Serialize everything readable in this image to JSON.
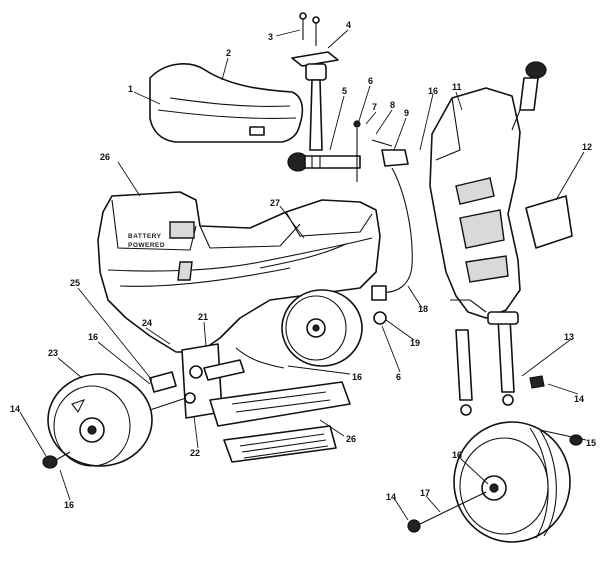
{
  "decal_text": [
    "BATTERY",
    "POWERED"
  ],
  "callouts": {
    "c1": "1",
    "c2": "2",
    "c3": "3",
    "c4": "4",
    "c5": "5",
    "c6a": "6",
    "c7": "7",
    "c8": "8",
    "c9": "9",
    "c11": "11",
    "c12": "12",
    "c13": "13",
    "c14a": "14",
    "c14b": "14",
    "c14c": "14",
    "c15": "15",
    "c16a": "16",
    "c16b": "16",
    "c16c": "16",
    "c16d": "16",
    "c16e": "16",
    "c17": "17",
    "c18": "18",
    "c19": "19",
    "c6b": "6",
    "c21": "21",
    "c22": "22",
    "c23": "23",
    "c24": "24",
    "c25": "25",
    "c26a": "26",
    "c26b": "26",
    "c27": "27"
  }
}
